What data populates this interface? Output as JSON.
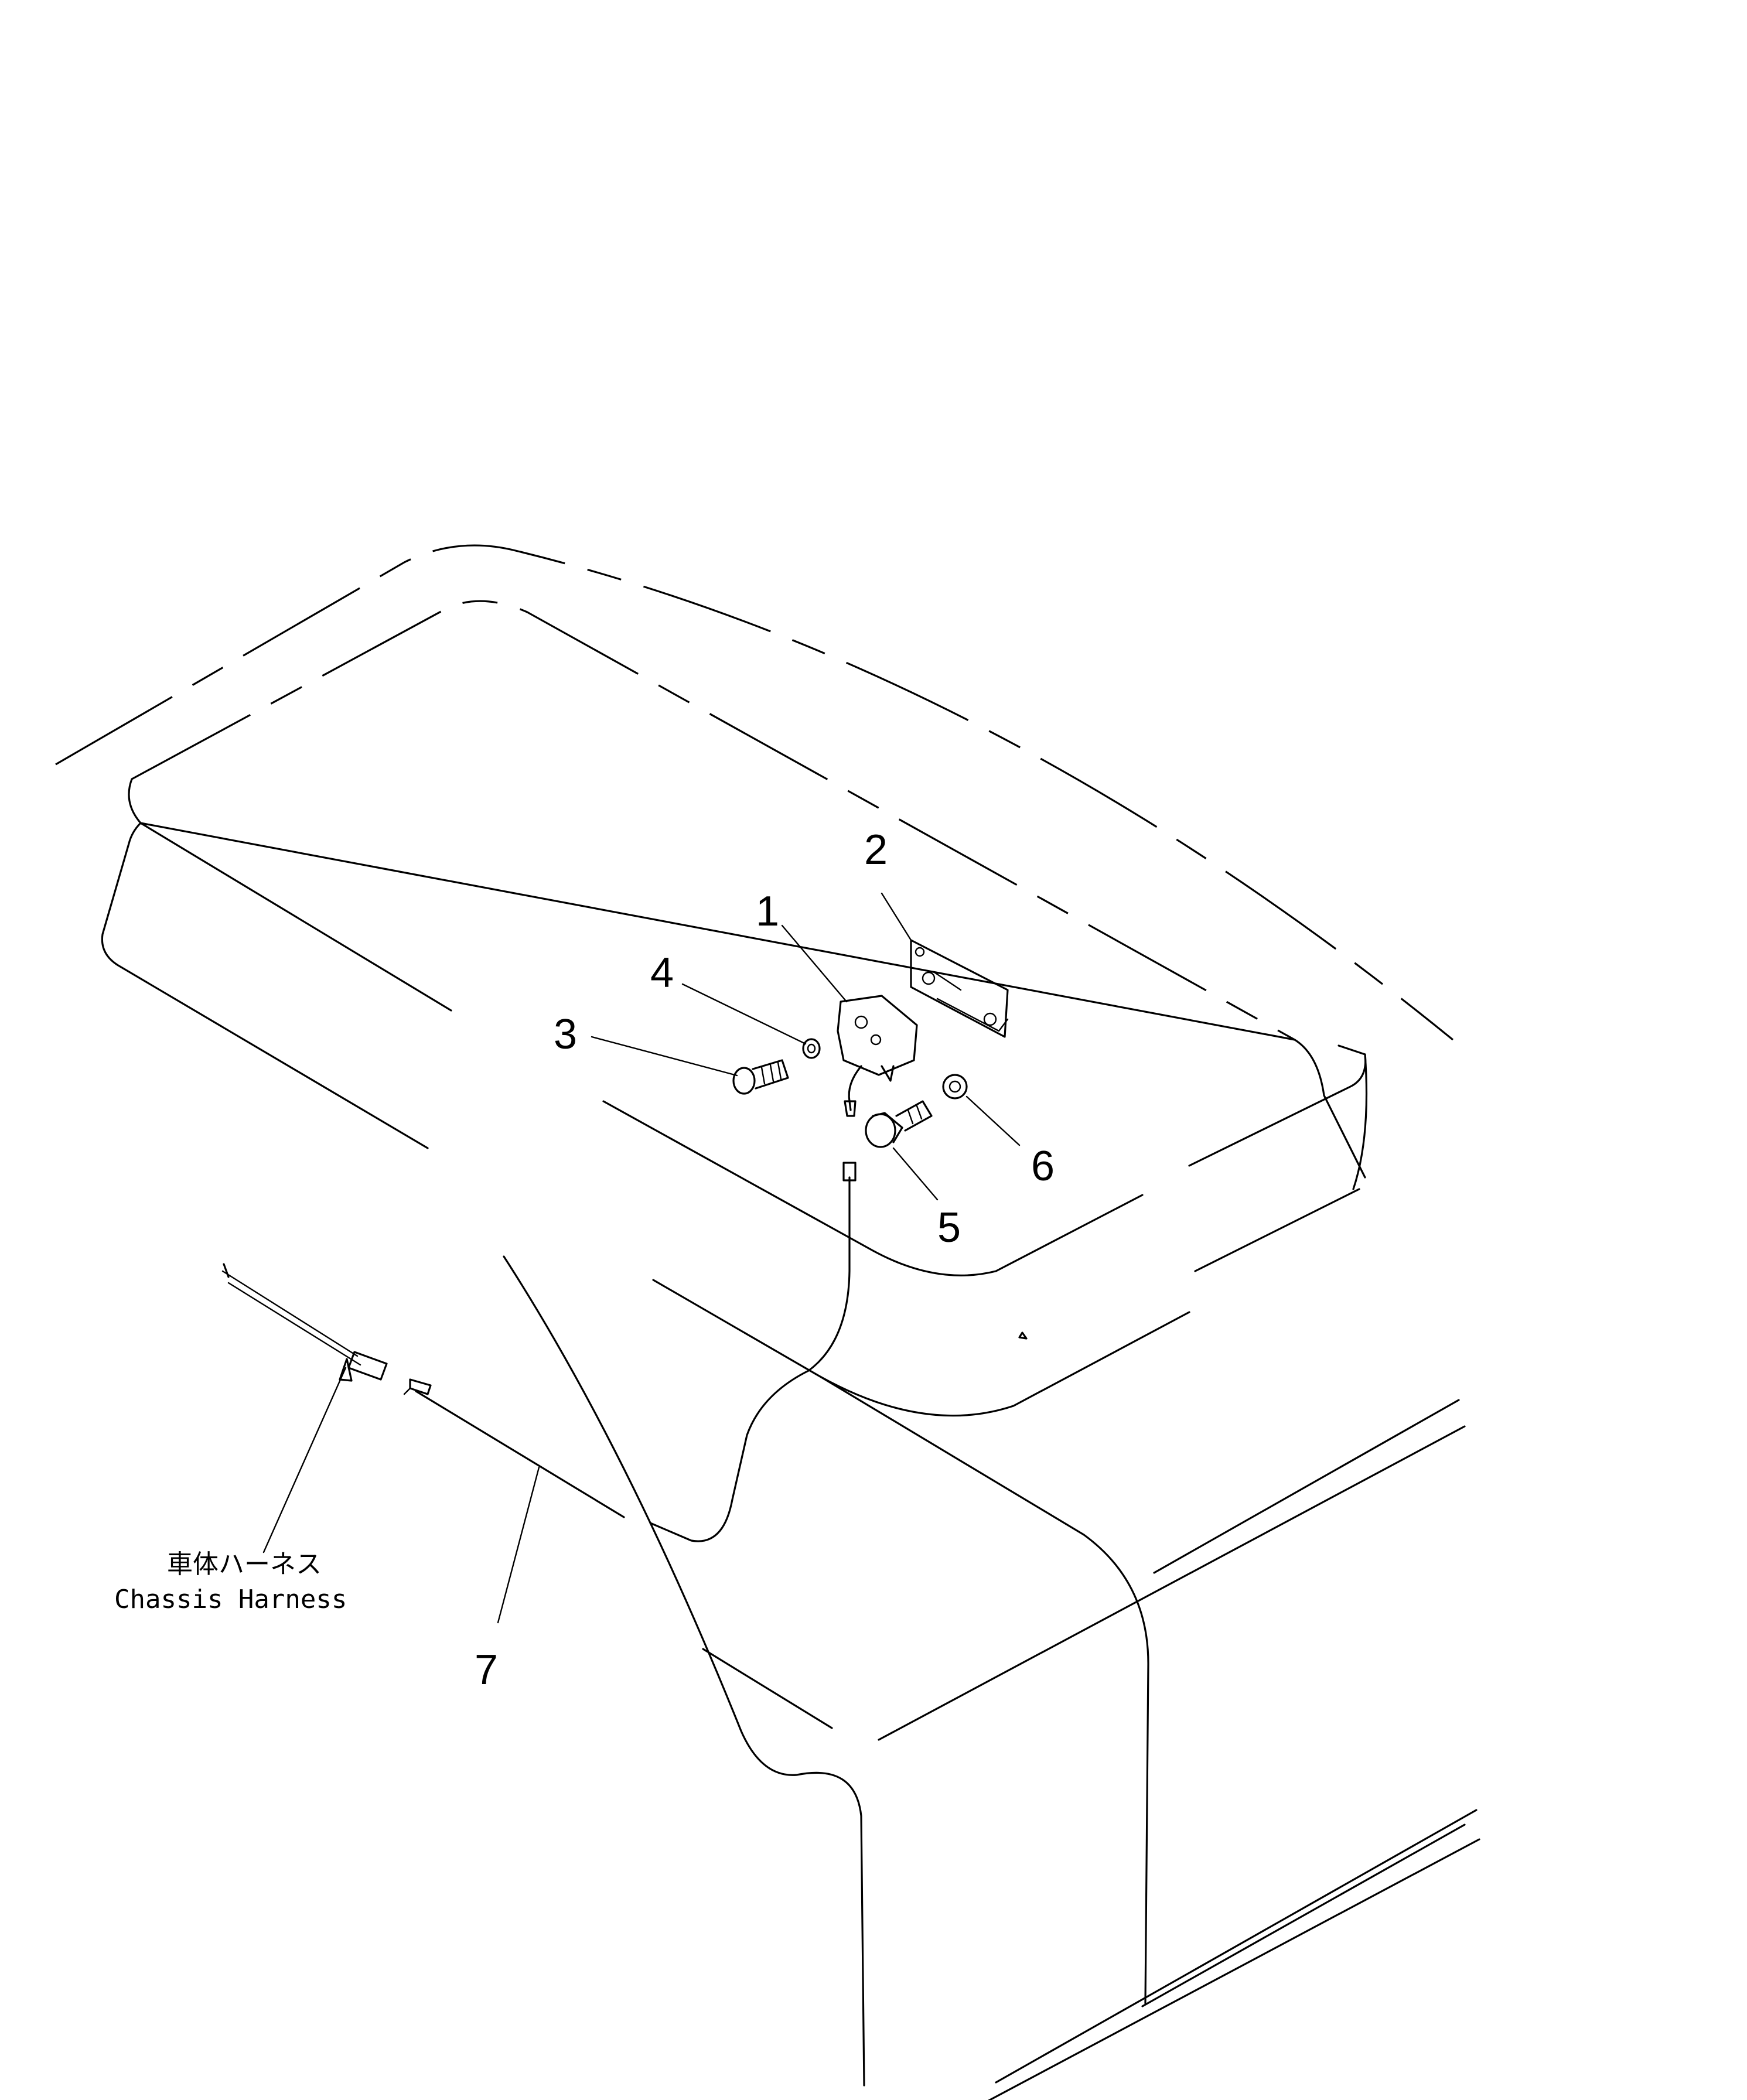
{
  "callouts": {
    "n1": "1",
    "n2": "2",
    "n3": "3",
    "n4": "4",
    "n5": "5",
    "n6": "6",
    "n7": "7"
  },
  "harness_label": {
    "jp": "車体ハーネス",
    "en": "Chassis Harness"
  }
}
